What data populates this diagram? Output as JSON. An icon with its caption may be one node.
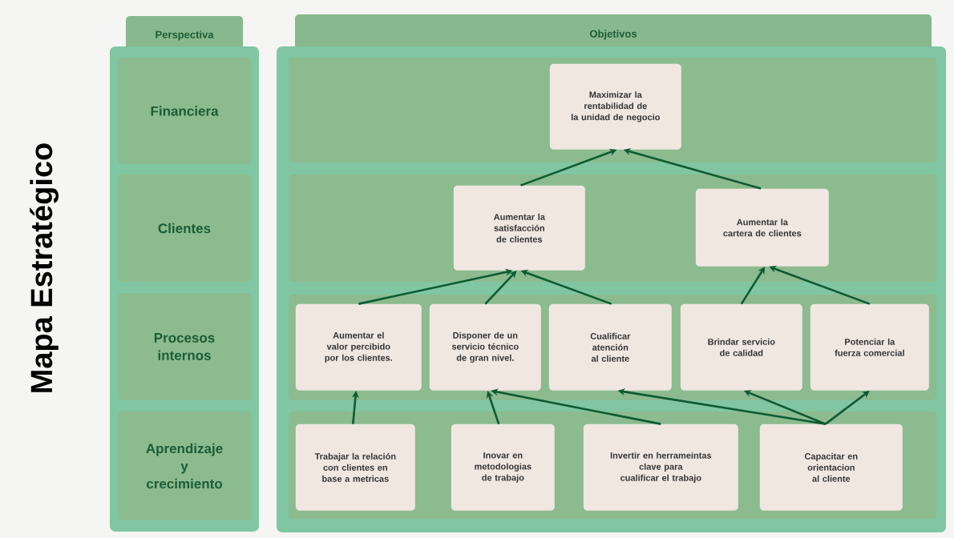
{
  "diagram": {
    "title": "Mapa Estratégico",
    "nodes": [
      {
        "text": [
          "Perspectiva"
        ]
      },
      {
        "text": [
          "Financiera"
        ]
      },
      {
        "text": [
          "Clientes"
        ]
      },
      {
        "text": [
          "Procesos internos"
        ]
      },
      {
        "text": [
          "Aprendizaje y crecimiento"
        ]
      },
      {
        "text": [
          "Objetivos"
        ]
      },
      {
        "text": [],
        "shape": "box"
      },
      {
        "text": [
          "Maximizar la rentabilidad de la unidad de negocio"
        ],
        "in": 6
      },
      {
        "text": [],
        "shape": "box"
      },
      {
        "text": [
          "Aumentar la satisfacción de clientes"
        ],
        "in": 8
      },
      {
        "text": [
          "Aumentar la cartera de clientes"
        ],
        "in": 8
      },
      {
        "text": [],
        "shape": "box"
      },
      {
        "text": [
          "Aumentar el valor percibido por los clientes."
        ],
        "in": 11
      },
      {
        "text": [
          "Disponer de un servicio técnico de gran nivel."
        ],
        "in": 11
      },
      {
        "text": [
          "Cualificar atención al cliente"
        ],
        "in": 11
      },
      {
        "text": [
          "Brindar servicio de calidad"
        ],
        "in": 11
      },
      {
        "text": [
          "Potenciar la fuerza comercial"
        ],
        "in": 11
      },
      {
        "text": [],
        "shape": "box"
      },
      {
        "text": [
          "Trabajar la relación con clientes en base a metricas"
        ],
        "in": 17
      },
      {
        "text": [
          "Inovar en metodologias de trabajo"
        ],
        "in": 17
      },
      {
        "text": [
          "Invertir en herrameintas clave para cualificar el trabajo"
        ],
        "in": 17
      },
      {
        "text": [
          "Capacitar en orientacion al cliente"
        ],
        "in": 17
      }
    ],
    "edges": [
      {
        "from": 9,
        "to": 7,
        "arrow": "to"
      },
      {
        "from": 10,
        "to": 7,
        "arrow": "to"
      },
      {
        "from": 12,
        "to": 9,
        "arrow": "to"
      },
      {
        "from": 13,
        "to": 9,
        "arrow": "to"
      },
      {
        "from": 14,
        "to": 9,
        "arrow": "to"
      },
      {
        "from": 15,
        "to": 10,
        "arrow": "to"
      },
      {
        "from": 16,
        "to": 10,
        "arrow": "to"
      },
      {
        "from": 18,
        "to": 12,
        "arrow": "to"
      },
      {
        "from": 19,
        "to": 13,
        "arrow": "to"
      },
      {
        "from": 20,
        "to": 13,
        "arrow": "to"
      },
      {
        "from": 21,
        "to": 14,
        "arrow": "to"
      },
      {
        "from": 21,
        "to": 15,
        "arrow": "to"
      },
      {
        "from": 21,
        "to": 16,
        "arrow": "to"
      }
    ]
  }
}
